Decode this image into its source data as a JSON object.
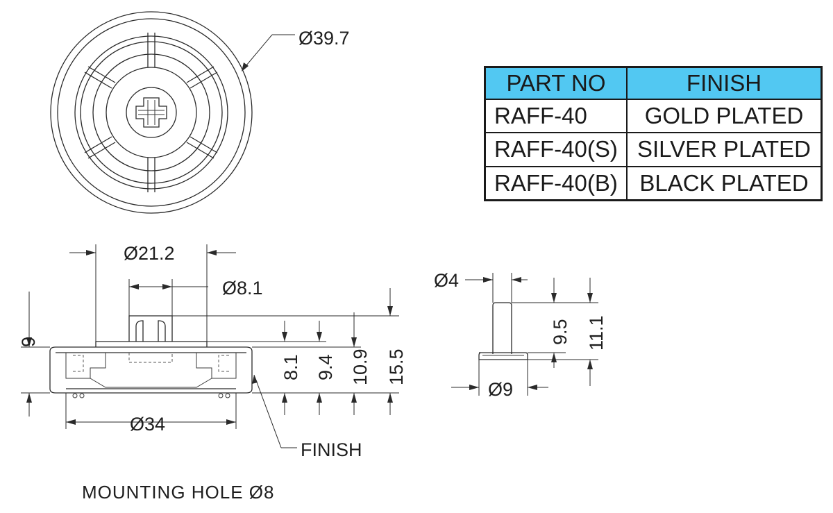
{
  "table": {
    "headers": {
      "part_no": "PART NO",
      "finish": "FINISH"
    },
    "rows": [
      {
        "part_no": "RAFF-40",
        "finish": "GOLD PLATED"
      },
      {
        "part_no": "RAFF-40(S)",
        "finish": "SILVER PLATED"
      },
      {
        "part_no": "RAFF-40(B)",
        "finish": "BLACK PLATED"
      }
    ],
    "header_color": "#52c8f2"
  },
  "dimensions": {
    "top_view_diameter": "Ø39.7",
    "flange_diameter": "Ø21.2",
    "stud_diameter": "Ø8.1",
    "base_diameter": "Ø34",
    "height_left": "9",
    "height_8_1": "8.1",
    "height_9_4": "9.4",
    "height_10_9": "10.9",
    "height_15_5": "15.5",
    "pin_diameter": "Ø4",
    "pin_head_diameter": "Ø9",
    "pin_height_9_5": "9.5",
    "pin_height_11_1": "11.1"
  },
  "labels": {
    "finish_callout": "FINISH",
    "mounting_hole": "MOUNTING  HOLE  Ø8"
  }
}
